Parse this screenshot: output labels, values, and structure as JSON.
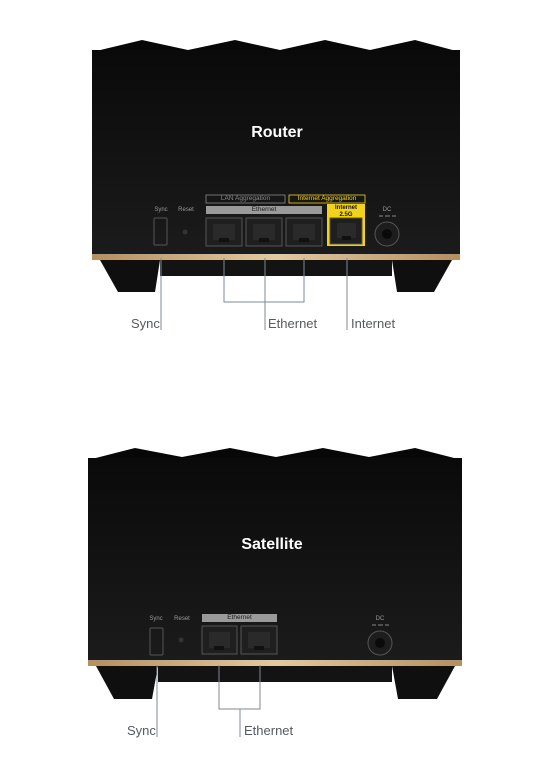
{
  "router": {
    "title": "Router",
    "sync_port_label": "Sync",
    "reset_label": "Reset",
    "lan_aggregation_label": "LAN Aggregation",
    "internet_aggregation_label": "Internet Aggregation",
    "ethernet_bar_label": "Ethernet",
    "internet_port_label": "Internet",
    "internet_port_speed": "2.5G",
    "dc_label": "DC",
    "callouts": {
      "sync": "Sync",
      "ethernet": "Ethernet",
      "internet": "Internet"
    }
  },
  "satellite": {
    "title": "Satellite",
    "sync_port_label": "Sync",
    "reset_label": "Reset",
    "ethernet_bar_label": "Ethernet",
    "dc_label": "DC",
    "callouts": {
      "sync": "Sync",
      "ethernet": "Ethernet"
    }
  },
  "colors": {
    "body_top": "#0b0b0b",
    "body_bottom": "#1a1a1a",
    "trim": "#c9a97c",
    "internet_highlight": "#f2d21b",
    "callout_line": "#7d8a96",
    "label_bar": "#9a9a9a"
  }
}
